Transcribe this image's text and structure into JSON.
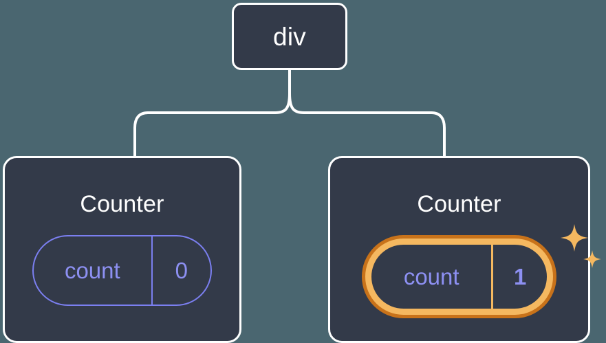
{
  "diagram": {
    "type": "component-tree",
    "background_color": "#4a6670",
    "node_fill_color": "#333a49",
    "node_border_color": "#ffffff",
    "connector_color": "#ffffff",
    "state_color": "#7b7ff0",
    "highlight_color_outer": "#c8721a",
    "highlight_color_inner": "#f5b860"
  },
  "root": {
    "label": "div"
  },
  "children": [
    {
      "title": "Counter",
      "state": {
        "key": "count",
        "value": "0"
      },
      "highlighted": false,
      "sparkles": false
    },
    {
      "title": "Counter",
      "state": {
        "key": "count",
        "value": "1"
      },
      "highlighted": true,
      "sparkles": true
    }
  ]
}
